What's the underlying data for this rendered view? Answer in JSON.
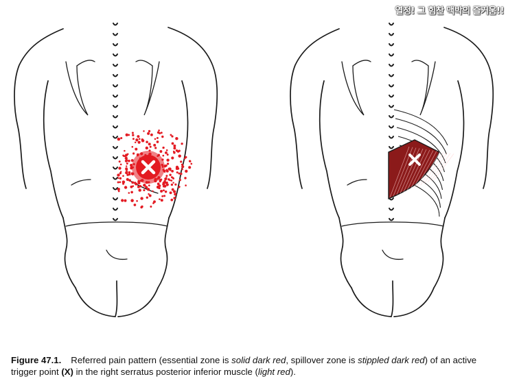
{
  "watermark": "열정! 그 힘찬 맥박의 즐거움!!",
  "caption": {
    "figure_number": "Figure 47.1.",
    "t1": "Referred pain pattern (essential zone is ",
    "i1": "solid dark red",
    "t2": ", spillover zone is ",
    "i2": "stippled dark red",
    "t3": ") of an active trigger point ",
    "b1": "(X)",
    "t4": " in the right serratus posterior inferior muscle (",
    "i3": "light red",
    "t5": ")."
  },
  "colors": {
    "pain_red": "#e31b23",
    "muscle_dark_red": "#8b1a1a",
    "outline": "#1a1a1a"
  },
  "icons": {
    "trigger_point": "x-mark-icon"
  }
}
